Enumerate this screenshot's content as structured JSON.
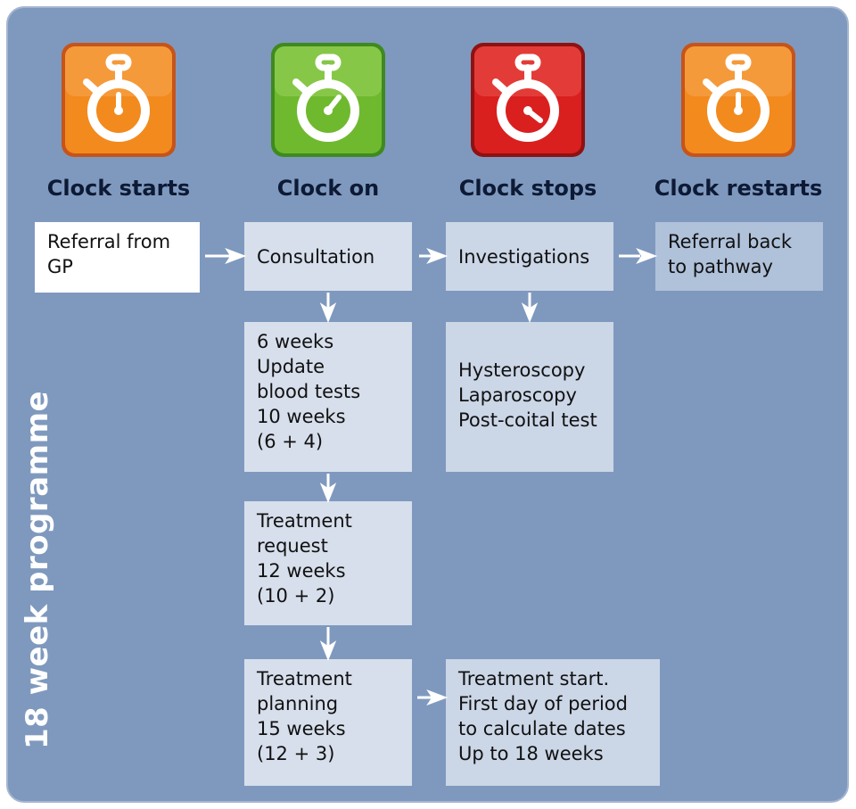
{
  "colors": {
    "panel": "#7f99be",
    "orange": "#f28a1e",
    "green": "#6fb92f",
    "red": "#d9201f",
    "box_light": "#d7dfec",
    "box_dark": "#b0c1da",
    "label_text": "#0d1a35"
  },
  "clocks": [
    {
      "label": "Clock starts",
      "icon": "stopwatch-orange-icon"
    },
    {
      "label": "Clock on",
      "icon": "stopwatch-green-icon"
    },
    {
      "label": "Clock stops",
      "icon": "stopwatch-red-icon"
    },
    {
      "label": "Clock restarts",
      "icon": "stopwatch-orange-icon"
    }
  ],
  "boxes": {
    "referral_gp": [
      "Referral from",
      "GP"
    ],
    "consultation": [
      "Consultation"
    ],
    "investigations": [
      "Investigations"
    ],
    "referral_back": [
      "Referral back",
      "to pathway"
    ],
    "six_weeks": [
      "6 weeks",
      "Update",
      "blood tests",
      "10 weeks",
      "(6 + 4)"
    ],
    "tests": [
      "Hysteroscopy",
      "Laparoscopy",
      "Post-coital test"
    ],
    "treatment_request": [
      "Treatment",
      "request",
      "12 weeks",
      "(10 + 2)"
    ],
    "treatment_planning": [
      "Treatment",
      "planning",
      "15 weeks",
      "(12 + 3)"
    ],
    "treatment_start": [
      "Treatment start.",
      "First day of period",
      "to calculate dates",
      "Up to 18 weeks"
    ]
  },
  "side_label": "18 week programme"
}
